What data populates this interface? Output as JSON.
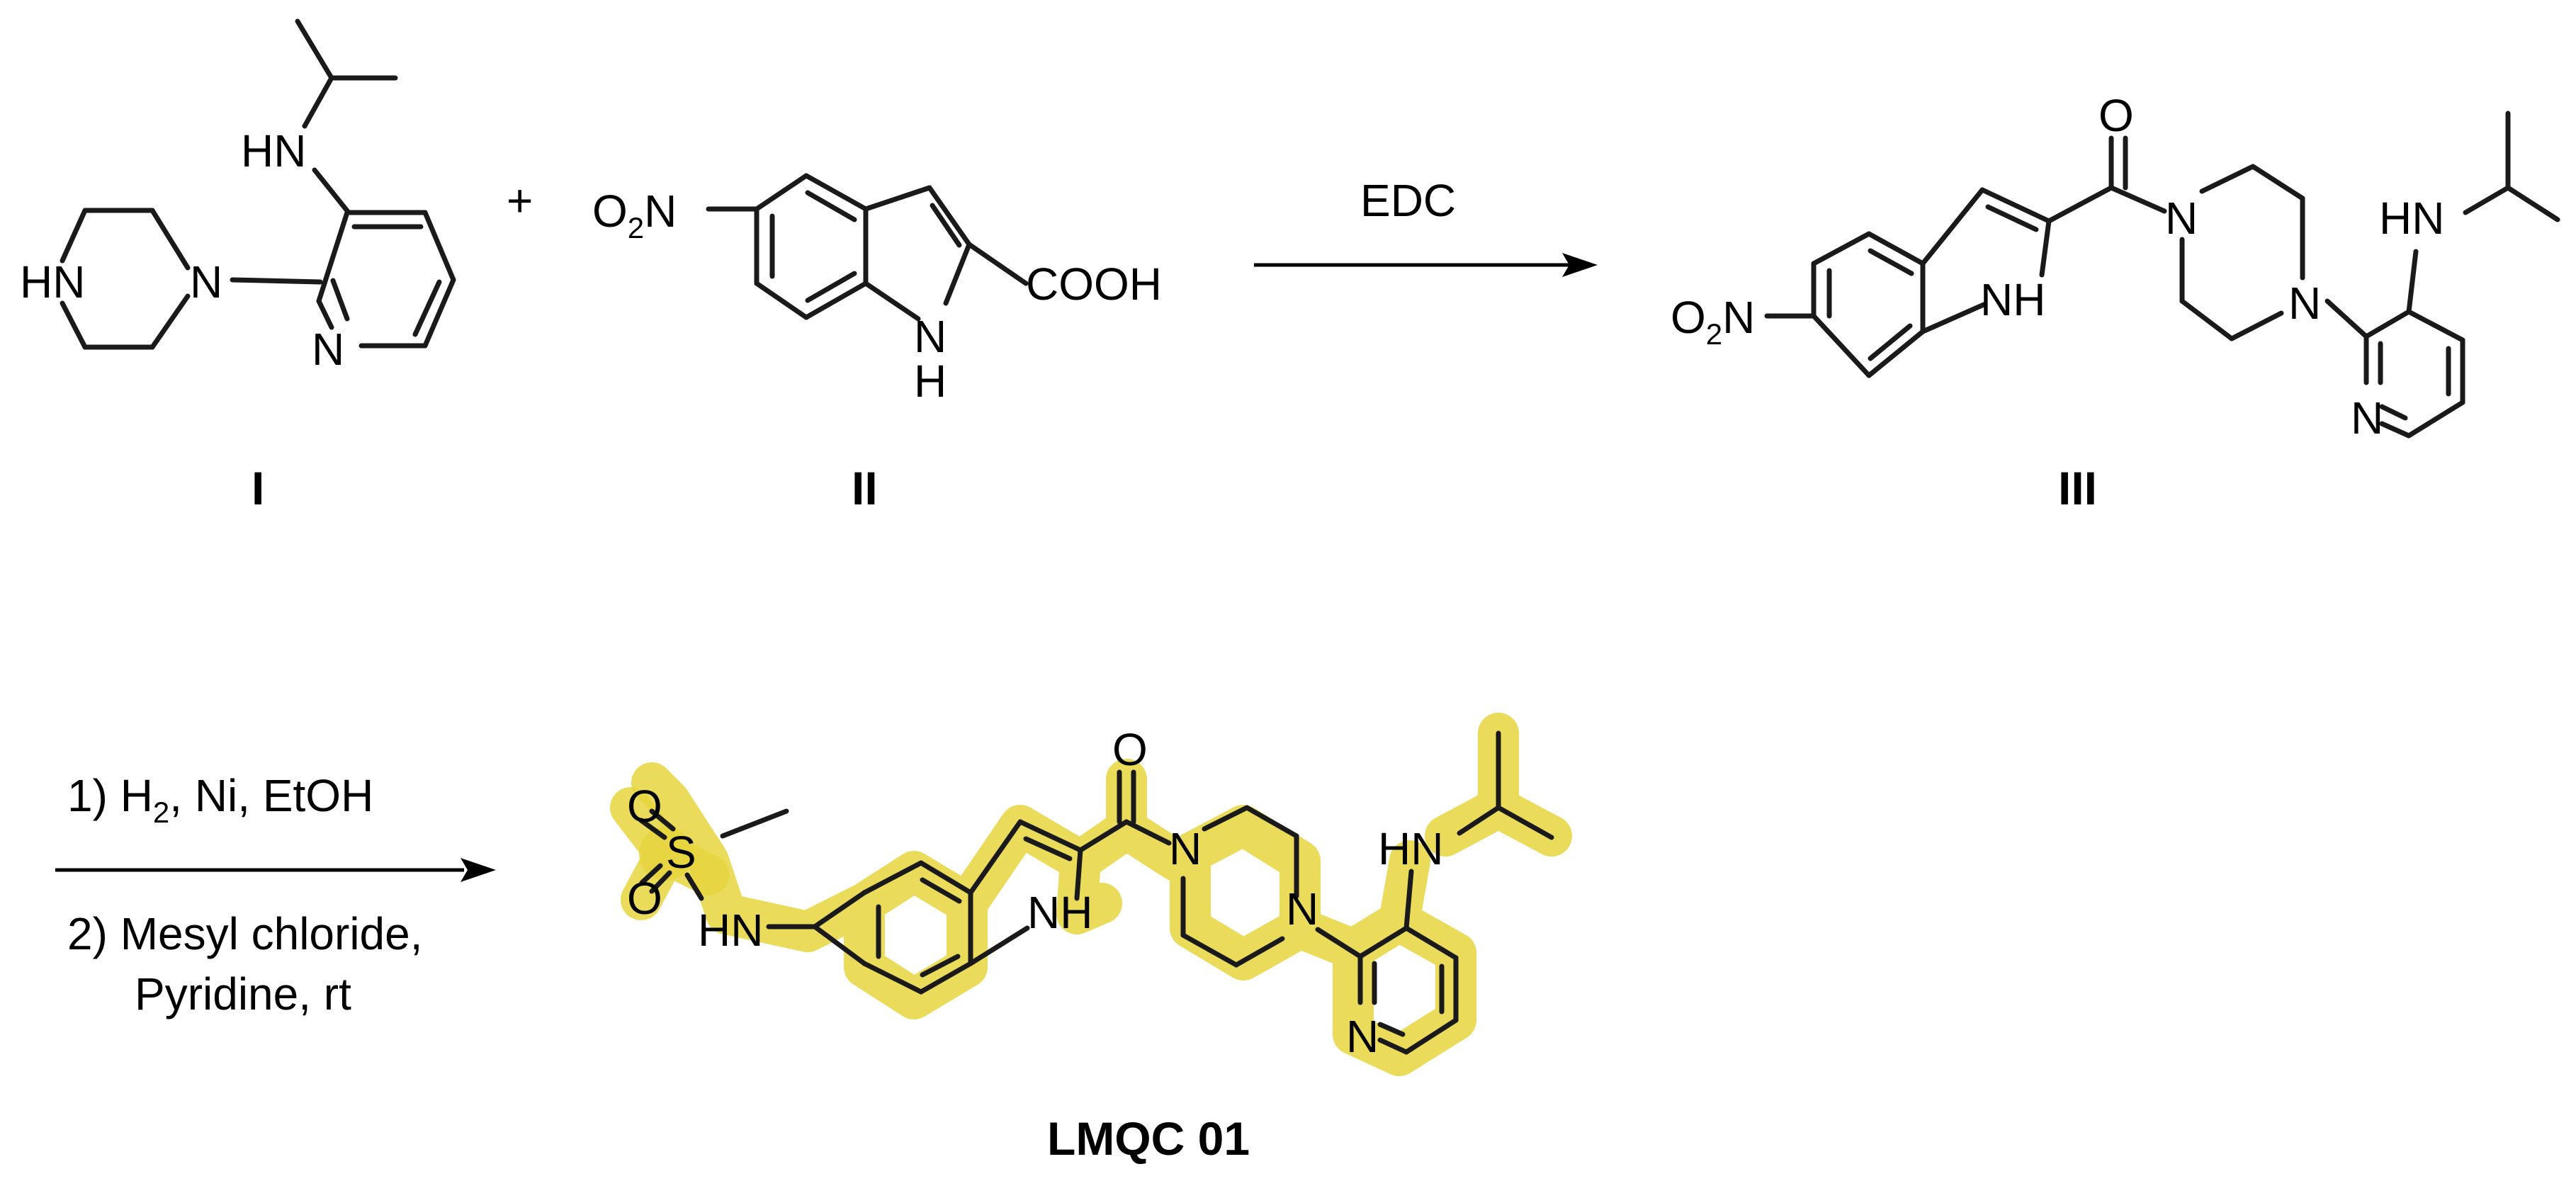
{
  "scheme": {
    "plus_sign": "+",
    "compounds": [
      {
        "label": "I"
      },
      {
        "label": "II"
      },
      {
        "label": "III"
      },
      {
        "label": "LMQC 01"
      }
    ],
    "step1": {
      "reagent": "EDC"
    },
    "step2": {
      "line1_prefix": "1) H",
      "line1_sub": "2",
      "line1_suffix": ", Ni, EtOH",
      "line2": "2) Mesyl chloride,",
      "line3": "Pyridine, rt"
    },
    "atoms": {
      "hn": "HN",
      "nh": "NH",
      "n": "N",
      "h": "H",
      "o": "O",
      "s": "S",
      "cooh": "COOH",
      "o2n_o": "O",
      "o2n_sub": "2",
      "o2n_n": "N"
    },
    "colors": {
      "highlight": "#e6d53d",
      "bond": "#1a1a1a"
    }
  }
}
